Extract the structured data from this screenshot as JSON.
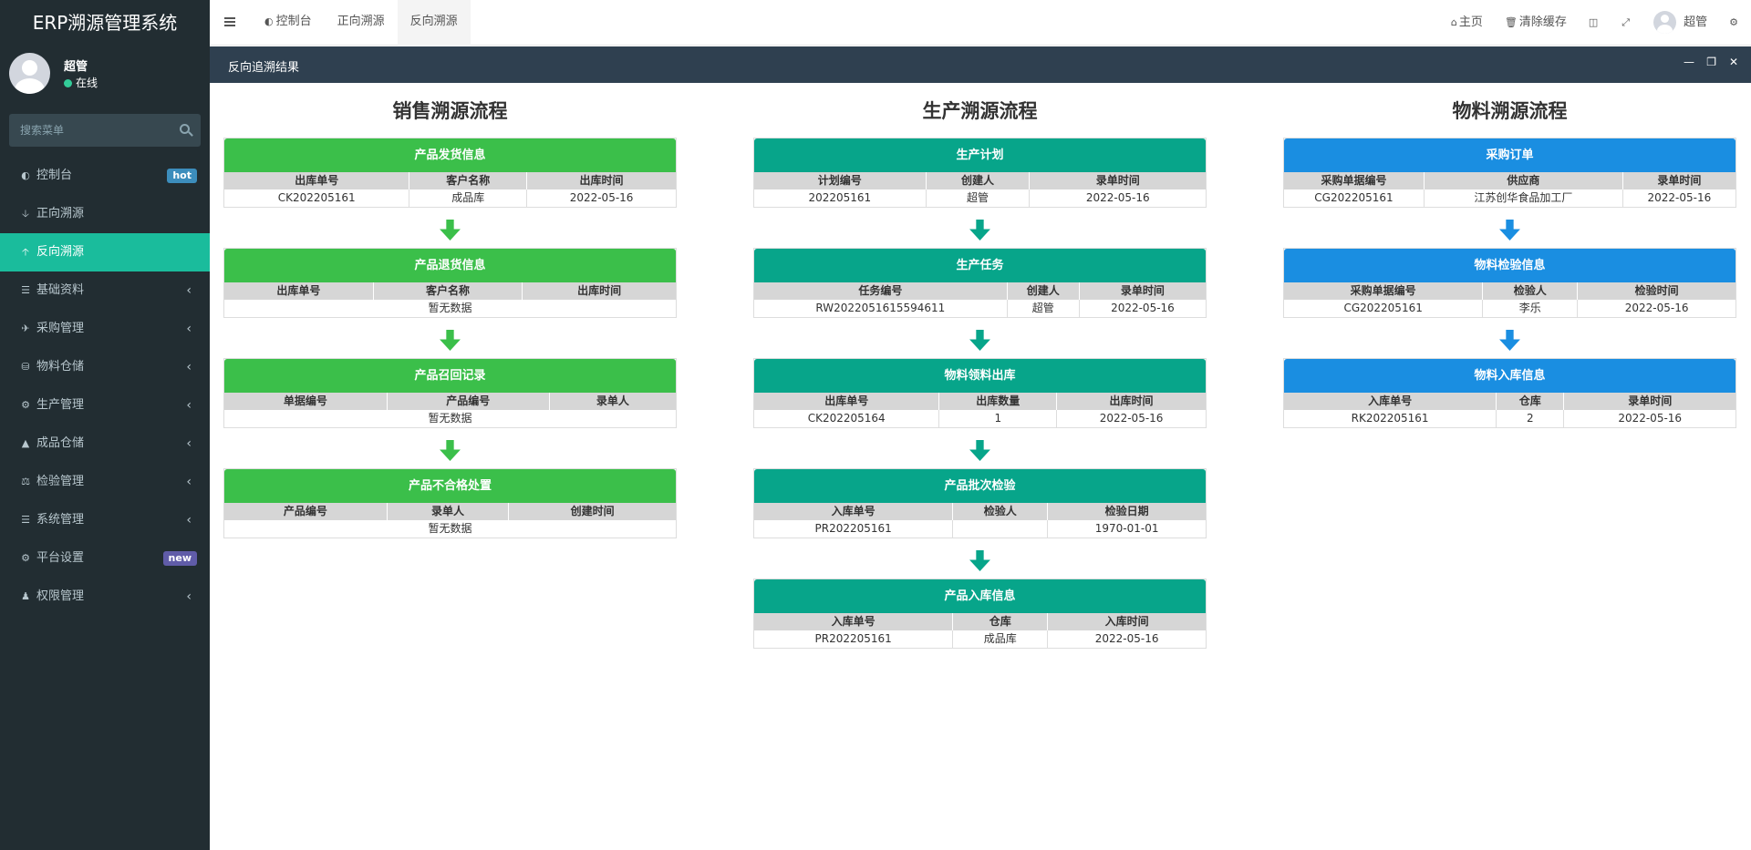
{
  "app": {
    "title": "ERP溯源管理系统"
  },
  "user": {
    "name": "超管",
    "status": "在线"
  },
  "search": {
    "placeholder": "搜索菜单"
  },
  "sidebar": {
    "items": [
      {
        "label": "控制台",
        "icon": "dashboard-icon",
        "badge": "hot"
      },
      {
        "label": "正向溯源",
        "icon": "arrow-down-icon"
      },
      {
        "label": "反向溯源",
        "icon": "arrow-up-icon",
        "active": true
      },
      {
        "label": "基础资料",
        "icon": "list-icon"
      },
      {
        "label": "采购管理",
        "icon": "plane-icon"
      },
      {
        "label": "物料仓储",
        "icon": "database-icon"
      },
      {
        "label": "生产管理",
        "icon": "cogs-icon"
      },
      {
        "label": "成品仓储",
        "icon": "road-icon"
      },
      {
        "label": "检验管理",
        "icon": "balance-icon"
      },
      {
        "label": "系统管理",
        "icon": "list-icon"
      },
      {
        "label": "平台设置",
        "icon": "cogs-icon",
        "badge": "new"
      },
      {
        "label": "权限管理",
        "icon": "users-icon"
      }
    ]
  },
  "topbar": {
    "tabs": [
      {
        "label": "控制台",
        "icon": "dashboard-icon"
      },
      {
        "label": "正向溯源"
      },
      {
        "label": "反向溯源",
        "active": true
      }
    ],
    "home_label": "主页",
    "clear_cache_label": "清除缓存",
    "user_name": "超管"
  },
  "panel": {
    "title": "反向追溯结果"
  },
  "columns": [
    {
      "title": "销售溯源流程",
      "color": "#3bbf4a",
      "cards": [
        {
          "title": "产品发货信息",
          "headers": [
            "出库单号",
            "客户名称",
            "出库时间"
          ],
          "rows": [
            [
              "CK202205161",
              "成品库",
              "2022-05-16"
            ]
          ]
        },
        {
          "title": "产品退货信息",
          "headers": [
            "出库单号",
            "客户名称",
            "出库时间"
          ],
          "empty": "暂无数据"
        },
        {
          "title": "产品召回记录",
          "headers": [
            "单据编号",
            "产品编号",
            "录单人"
          ],
          "empty": "暂无数据"
        },
        {
          "title": "产品不合格处置",
          "headers": [
            "产品编号",
            "录单人",
            "创建时间"
          ],
          "empty": "暂无数据"
        }
      ]
    },
    {
      "title": "生产溯源流程",
      "color": "#07a58a",
      "cards": [
        {
          "title": "生产计划",
          "headers": [
            "计划编号",
            "创建人",
            "录单时间"
          ],
          "rows": [
            [
              "202205161",
              "超管",
              "2022-05-16"
            ]
          ]
        },
        {
          "title": "生产任务",
          "headers": [
            "任务编号",
            "创建人",
            "录单时间"
          ],
          "rows": [
            [
              "RW2022051615594611",
              "超管",
              "2022-05-16"
            ]
          ]
        },
        {
          "title": "物料领料出库",
          "headers": [
            "出库单号",
            "出库数量",
            "出库时间"
          ],
          "rows": [
            [
              "CK202205164",
              "1",
              "2022-05-16"
            ]
          ]
        },
        {
          "title": "产品批次检验",
          "headers": [
            "入库单号",
            "检验人",
            "检验日期"
          ],
          "rows": [
            [
              "PR202205161",
              "",
              "1970-01-01"
            ]
          ]
        },
        {
          "title": "产品入库信息",
          "headers": [
            "入库单号",
            "仓库",
            "入库时间"
          ],
          "rows": [
            [
              "PR202205161",
              "成品库",
              "2022-05-16"
            ]
          ]
        }
      ]
    },
    {
      "title": "物料溯源流程",
      "color": "#1a8ee1",
      "cards": [
        {
          "title": "采购订单",
          "headers": [
            "采购单据编号",
            "供应商",
            "录单时间"
          ],
          "rows": [
            [
              "CG202205161",
              "江苏创华食品加工厂",
              "2022-05-16"
            ]
          ]
        },
        {
          "title": "物料检验信息",
          "headers": [
            "采购单据编号",
            "检验人",
            "检验时间"
          ],
          "rows": [
            [
              "CG202205161",
              "李乐",
              "2022-05-16"
            ]
          ]
        },
        {
          "title": "物料入库信息",
          "headers": [
            "入库单号",
            "仓库",
            "录单时间"
          ],
          "rows": [
            [
              "RK202205161",
              "2",
              "2022-05-16"
            ]
          ]
        }
      ]
    }
  ]
}
